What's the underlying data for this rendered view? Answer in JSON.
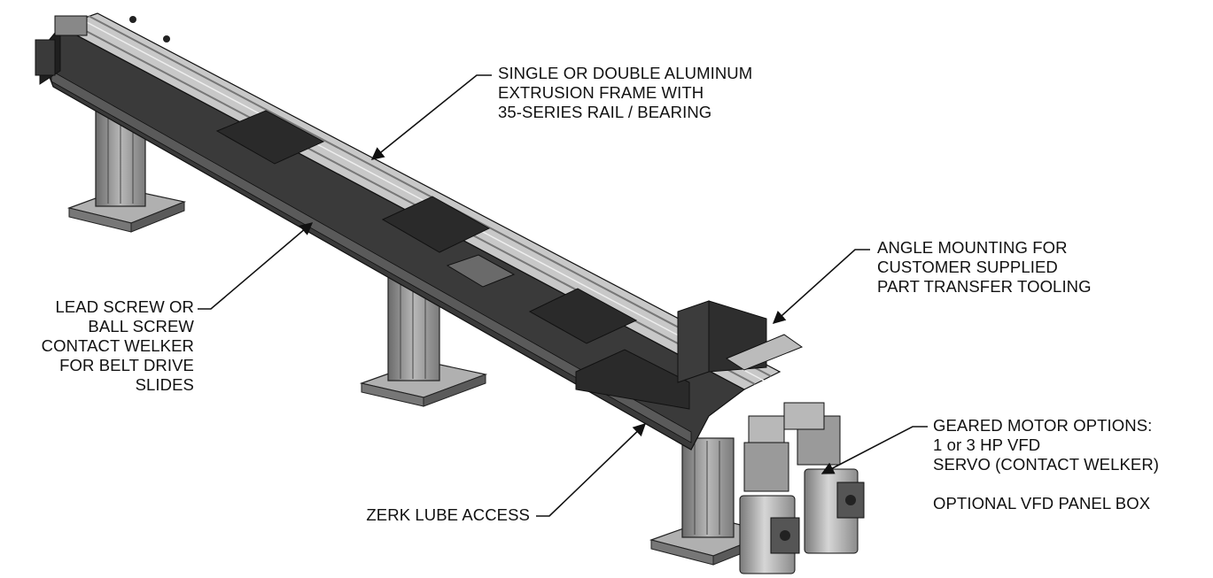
{
  "callouts": {
    "frame": [
      "SINGLE OR DOUBLE ALUMINUM",
      "EXTRUSION FRAME WITH",
      "35-SERIES RAIL / BEARING"
    ],
    "angle": [
      "ANGLE MOUNTING FOR",
      "CUSTOMER SUPPLIED",
      "PART TRANSFER TOOLING"
    ],
    "lead_screw": [
      "LEAD SCREW OR",
      "BALL SCREW",
      "CONTACT WELKER",
      "FOR BELT DRIVE",
      "SLIDES"
    ],
    "zerk": [
      "ZERK LUBE ACCESS"
    ],
    "motor": [
      "GEARED MOTOR OPTIONS:",
      "1 or 3 HP VFD",
      "SERVO (CONTACT WELKER)",
      "",
      "OPTIONAL VFD PANEL BOX"
    ]
  }
}
